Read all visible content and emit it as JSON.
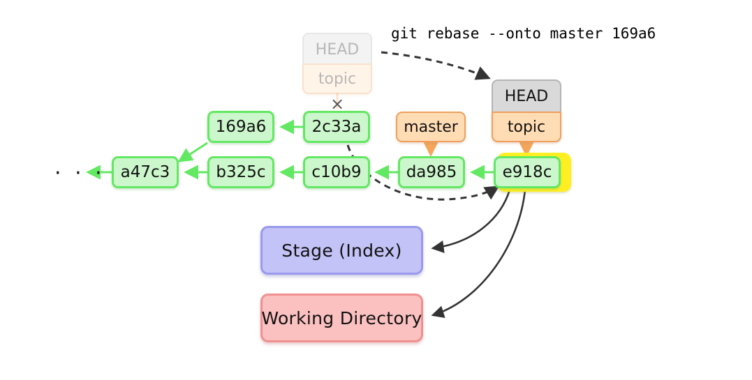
{
  "diagram": {
    "title_command": "git rebase --onto master 169a6",
    "ellipsis": "· · ·",
    "cross_mark": "×",
    "colors": {
      "commit_fill": "#ccf7cc",
      "commit_border": "#62e862",
      "branch_fill": "#ffdcb4",
      "branch_border": "#ee9f5e",
      "head_fill": "#d9d9d9",
      "head_border": "#b3b3b3",
      "highlight": "#ffee22",
      "stage_fill": "#c3c3f7",
      "stage_border": "#9a9aee",
      "workdir_fill": "#fbc0c0",
      "workdir_border": "#f09090",
      "arrow_dark": "#333333",
      "arrow_green": "#62e862",
      "arrow_orange": "#f5a65b"
    },
    "commits": {
      "top_row": [
        {
          "id": "169a6",
          "label": "169a6"
        },
        {
          "id": "2c33a",
          "label": "2c33a"
        }
      ],
      "bottom_row": [
        {
          "id": "a47c3",
          "label": "a47c3"
        },
        {
          "id": "b325c",
          "label": "b325c"
        },
        {
          "id": "c10b9",
          "label": "c10b9"
        },
        {
          "id": "da985",
          "label": "da985"
        },
        {
          "id": "e918c",
          "label": "e918c"
        }
      ]
    },
    "labels": {
      "head": "HEAD",
      "topic": "topic",
      "master": "master",
      "ghost_head": "HEAD",
      "ghost_topic": "topic"
    },
    "areas": {
      "stage": "Stage (Index)",
      "working_directory": "Working Directory"
    }
  }
}
